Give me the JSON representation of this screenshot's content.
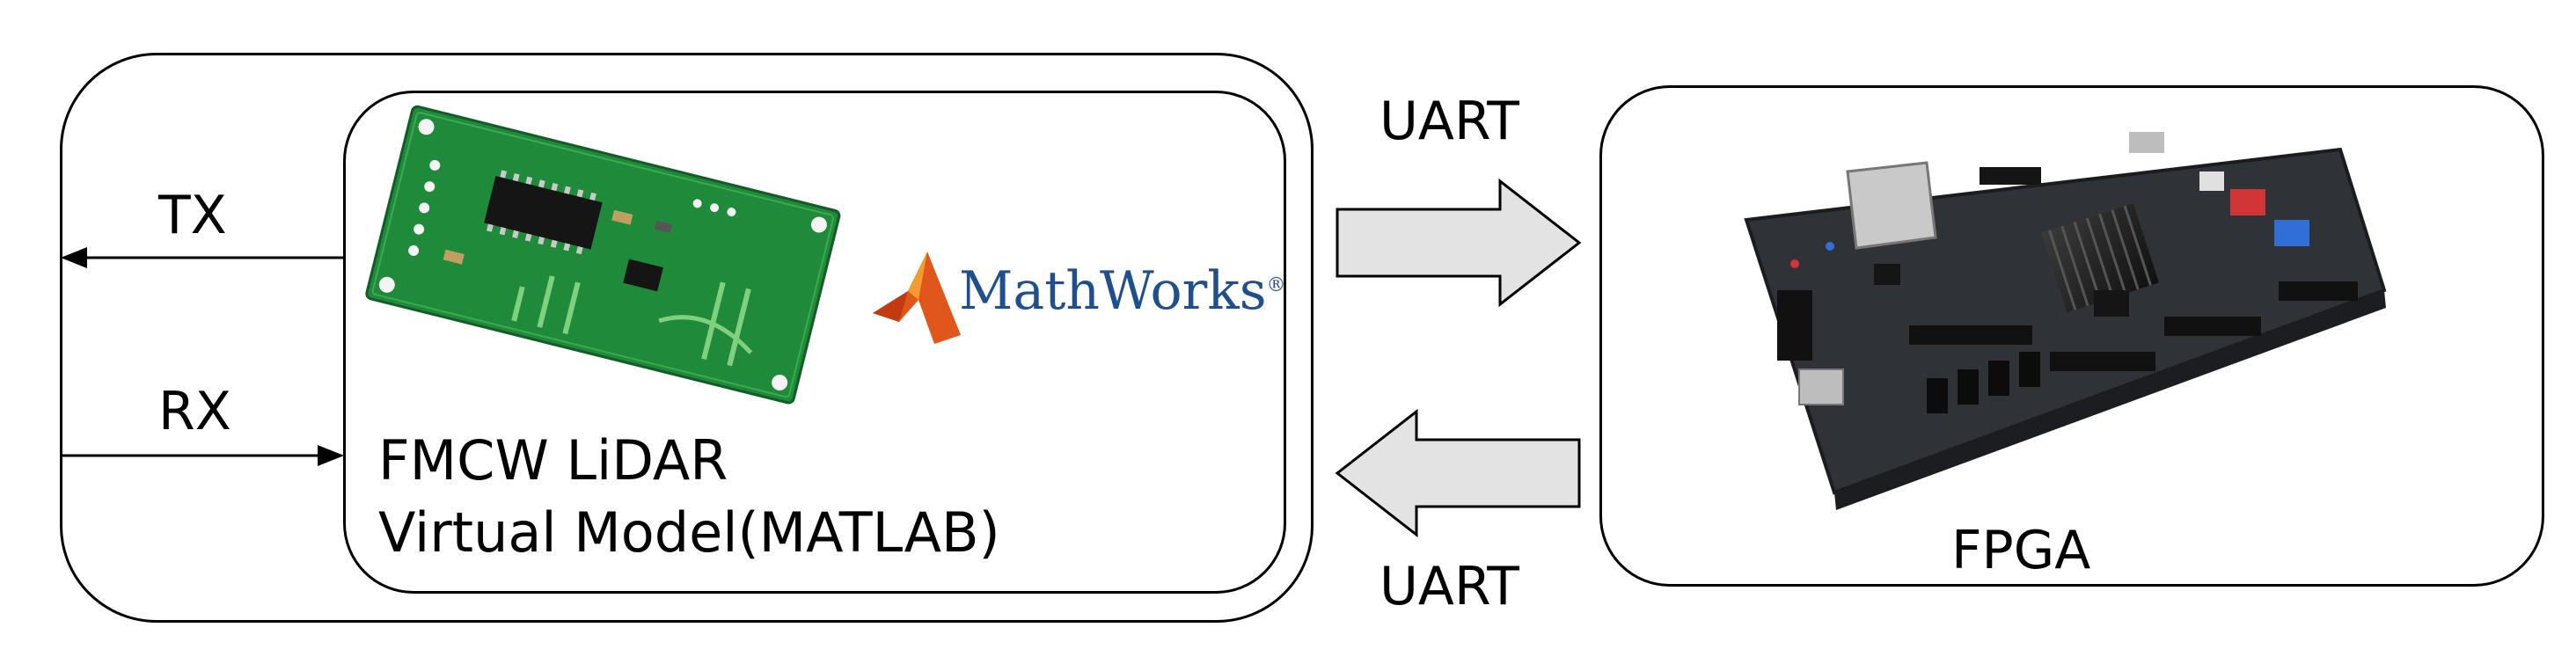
{
  "diagram": {
    "left_block": {
      "tx_label": "TX",
      "rx_label": "RX",
      "model_label": "FMCW LiDAR\nVirtual Model(MATLAB)",
      "brand": {
        "name": "MathWorks",
        "reg_mark": "®"
      },
      "sensor_image": "radar-sensor-board"
    },
    "right_block": {
      "label": "FPGA",
      "board_image": "fpga-development-board"
    },
    "links": {
      "top_label": "UART",
      "bottom_label": "UART",
      "top_direction": "right",
      "bottom_direction": "left"
    },
    "colors": {
      "sensor_pcb": "#1f8a3a",
      "fpga_pcb": "#2f3338",
      "arrow_fill": "#e3e3e3",
      "mathworks_text": "#1f4f8f",
      "mathworks_logo": "#e0561b"
    }
  }
}
